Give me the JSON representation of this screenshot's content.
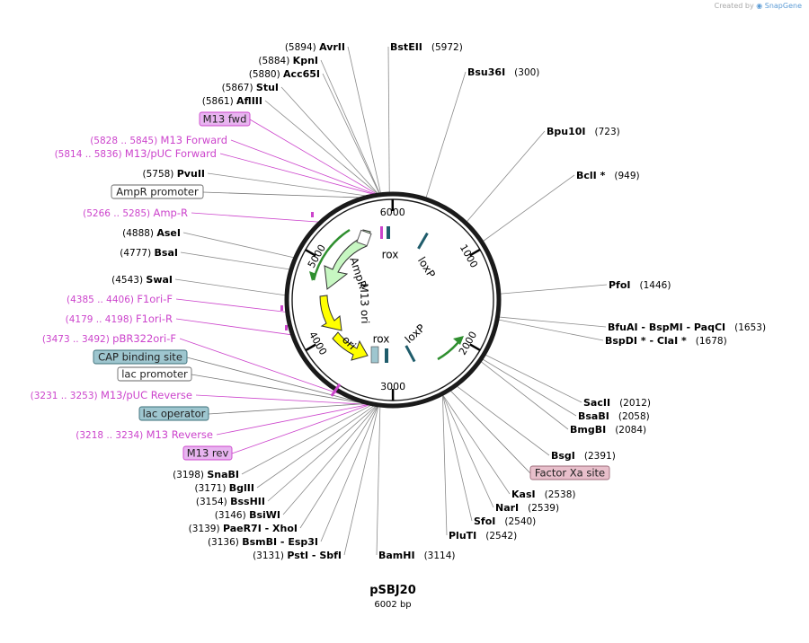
{
  "credit": {
    "prefix": "Created by",
    "brand": "SnapGene"
  },
  "plasmid": {
    "name": "pSBJ20",
    "length_label": "6002 bp",
    "length": 6002
  },
  "colors": {
    "feature_purple": "#cc44cc",
    "primer_box": "#e8b4f0",
    "promoter_box": "#ffffff",
    "protein_bind_box": "#9ec6cf",
    "misc_box": "#e8bfcb",
    "amp_green": "#c7f7c2",
    "ori_yellow": "#ffff00",
    "loxp_teal": "#1f5c6b",
    "backbone": "#1a1a1a"
  },
  "ticks": [
    {
      "pos": 1000,
      "label": "1000"
    },
    {
      "pos": 2000,
      "label": "2000"
    },
    {
      "pos": 3000,
      "label": "3000"
    },
    {
      "pos": 4000,
      "label": "4000"
    },
    {
      "pos": 5000,
      "label": "5000"
    },
    {
      "pos": 6000,
      "label": "6000"
    }
  ],
  "enzymes_right": [
    {
      "name": "BstEII",
      "coord": "(5972)",
      "pos": 5972
    },
    {
      "name": "Bsu36I",
      "coord": "(300)",
      "pos": 300
    },
    {
      "name": "Bpu10I",
      "coord": "(723)",
      "pos": 723
    },
    {
      "name": "BclI *",
      "coord": "(949)",
      "pos": 949
    },
    {
      "name": "PfoI",
      "coord": "(1446)",
      "pos": 1446
    },
    {
      "name": "BfuAI - BspMI - PaqCI",
      "coord": "(1653)",
      "pos": 1653
    },
    {
      "name": "BspDI * - ClaI *",
      "coord": "(1678)",
      "pos": 1678
    },
    {
      "name": "SacII",
      "coord": "(2012)",
      "pos": 2012
    },
    {
      "name": "BsaBI",
      "coord": "(2058)",
      "pos": 2058
    },
    {
      "name": "BmgBI",
      "coord": "(2084)",
      "pos": 2084
    },
    {
      "name": "BsgI",
      "coord": "(2391)",
      "pos": 2391
    },
    {
      "name": "KasI",
      "coord": "(2538)",
      "pos": 2538
    },
    {
      "name": "NarI",
      "coord": "(2539)",
      "pos": 2539
    },
    {
      "name": "SfoI",
      "coord": "(2540)",
      "pos": 2540
    },
    {
      "name": "PluTI",
      "coord": "(2542)",
      "pos": 2542
    },
    {
      "name": "BamHI",
      "coord": "(3114)",
      "pos": 3114
    }
  ],
  "enzymes_left": [
    {
      "name": "AvrII",
      "coord": "(5894)",
      "pos": 5894
    },
    {
      "name": "KpnI",
      "coord": "(5884)",
      "pos": 5884
    },
    {
      "name": "Acc65I",
      "coord": "(5880)",
      "pos": 5880
    },
    {
      "name": "StuI",
      "coord": "(5867)",
      "pos": 5867
    },
    {
      "name": "AflIII",
      "coord": "(5861)",
      "pos": 5861
    },
    {
      "name": "PvuII",
      "coord": "(5758)",
      "pos": 5758
    },
    {
      "name": "AseI",
      "coord": "(4888)",
      "pos": 4888
    },
    {
      "name": "BsaI",
      "coord": "(4777)",
      "pos": 4777
    },
    {
      "name": "SwaI",
      "coord": "(4543)",
      "pos": 4543
    },
    {
      "name": "SnaBI",
      "coord": "(3198)",
      "pos": 3198
    },
    {
      "name": "BglII",
      "coord": "(3171)",
      "pos": 3171
    },
    {
      "name": "BssHII",
      "coord": "(3154)",
      "pos": 3154
    },
    {
      "name": "BsiWI",
      "coord": "(3146)",
      "pos": 3146
    },
    {
      "name": "PaeR7I - XhoI",
      "coord": "(3139)",
      "pos": 3139
    },
    {
      "name": "BsmBI - Esp3I",
      "coord": "(3136)",
      "pos": 3136
    },
    {
      "name": "PstI - SbfI",
      "coord": "(3131)",
      "pos": 3131
    }
  ],
  "primer_labels": [
    {
      "range": "(5828 .. 5845)",
      "name": "M13 Forward",
      "pos": 5836
    },
    {
      "range": "(5814 .. 5836)",
      "name": "M13/pUC Forward",
      "pos": 5825
    },
    {
      "range": "(5266 .. 5285)",
      "name": "Amp-R",
      "pos": 5275
    },
    {
      "range": "(4385 .. 4406)",
      "name": "F1ori-F",
      "pos": 4395
    },
    {
      "range": "(4179 .. 4198)",
      "name": "F1ori-R",
      "pos": 4188
    },
    {
      "range": "(3473 .. 3492)",
      "name": "pBR322ori-F",
      "pos": 3482
    },
    {
      "range": "(3231 .. 3253)",
      "name": "M13/pUC Reverse",
      "pos": 3242
    },
    {
      "range": "(3218 .. 3234)",
      "name": "M13 Reverse",
      "pos": 3226
    }
  ],
  "boxed_labels": [
    {
      "label": "M13 fwd",
      "kind": "primer",
      "pos": 5850
    },
    {
      "label": "AmpR promoter",
      "kind": "promoter",
      "pos": 5700
    },
    {
      "label": "CAP binding site",
      "kind": "bind",
      "pos": 3330
    },
    {
      "label": "lac promoter",
      "kind": "promoter",
      "pos": 3300
    },
    {
      "label": "lac operator",
      "kind": "bind",
      "pos": 3260
    },
    {
      "label": "M13 rev",
      "kind": "primer",
      "pos": 3215
    },
    {
      "label": "Factor Xa site",
      "kind": "misc",
      "pos": 2460
    }
  ],
  "inner_features": [
    {
      "label": "rox",
      "kind": "site",
      "pos": 6000
    },
    {
      "label": "loxP",
      "kind": "site",
      "pos": 520
    },
    {
      "label": "AmpR",
      "kind": "cds",
      "start": 5600,
      "end": 4950
    },
    {
      "label": "M13 ori",
      "kind": "rep",
      "start": 4900,
      "end": 4400
    },
    {
      "label": "ori",
      "kind": "rep",
      "start": 4300,
      "end": 3650
    },
    {
      "label": "rox",
      "kind": "site",
      "pos": 3250
    },
    {
      "label": "loxP",
      "kind": "site",
      "pos": 2820
    }
  ]
}
